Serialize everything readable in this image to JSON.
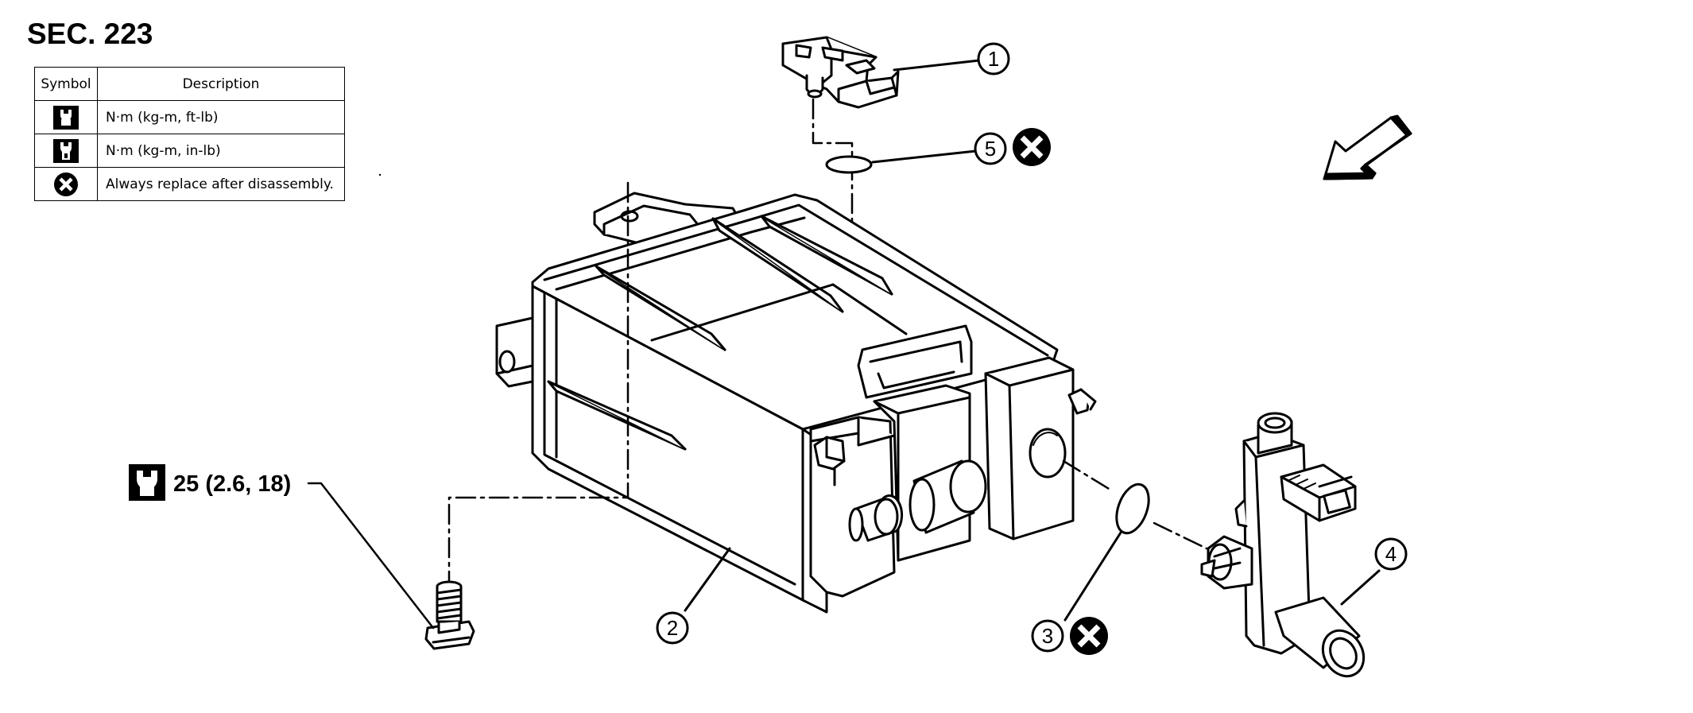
{
  "section_title": "SEC. 223",
  "legend": {
    "header_symbol": "Symbol",
    "header_description": "Description",
    "rows": [
      {
        "icon": "torque-wrench-icon",
        "description": "N·m (kg-m, ft-lb)"
      },
      {
        "icon": "torque-wrench-inlb-icon",
        "description": "N·m (kg-m, in-lb)"
      },
      {
        "icon": "always-replace-icon",
        "description": "Always replace after disassembly."
      }
    ]
  },
  "callouts": {
    "c1": "1",
    "c2": "2",
    "c3": "3",
    "c4": "4",
    "c5": "5"
  },
  "torque_spec": "25 (2.6, 18)",
  "colors": {
    "line": "#000000",
    "background": "#ffffff"
  }
}
